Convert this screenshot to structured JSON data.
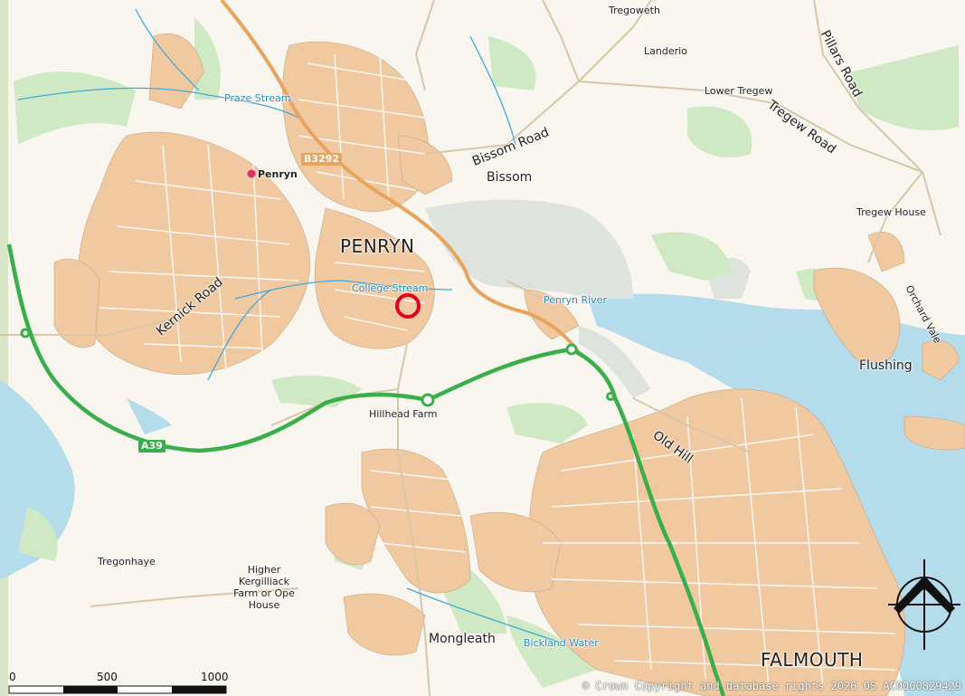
{
  "labels": {
    "tregoweth": "Tregoweth",
    "landerio": "Landerio",
    "lower_tregew": "Lower Tregew",
    "pillars_road": "Pillars Road",
    "tregew_road": "Tregew Road",
    "bissom_road": "Bissom Road",
    "bissom": "Bissom",
    "praze_stream": "Praze Stream",
    "penryn_point": "Penryn",
    "b3292": "B3292",
    "penryn_town": "PENRYN",
    "college_stream": "College Stream",
    "penryn_river": "Penryn River",
    "tregew_house": "Tregew House",
    "orchard_vale": "Orchard Vale",
    "flushing": "Flushing",
    "kernick_road": "Kernick Road",
    "hillhead_farm": "Hillhead Farm",
    "a39": "A39",
    "old_hill": "Old Hill",
    "tregonhaye": "Tregonhaye",
    "higher_kergilliack": "Higher Kergilliack\nFarm or Ope\nHouse",
    "mongleath": "Mongleath",
    "bickland_water": "Bickland Water",
    "falmouth": "FALMOUTH"
  },
  "scale_bar": {
    "t0": "0",
    "t1": "500 m",
    "t2": "1000 m"
  },
  "copyright": "© Crown Copyright and database rights 2026 OS AC0000829429",
  "colors": {
    "land": "#f8f6ef",
    "urban": "#f1c9a0",
    "green": "#cfe9c4",
    "water": "#b4dcea",
    "mud": "#dfe3dd",
    "a_road": "#3aae4a",
    "b_road": "#e8a35c",
    "marker": "#e3001b",
    "stream": "#40a9d8"
  },
  "marker": {
    "type": "location-circle"
  }
}
